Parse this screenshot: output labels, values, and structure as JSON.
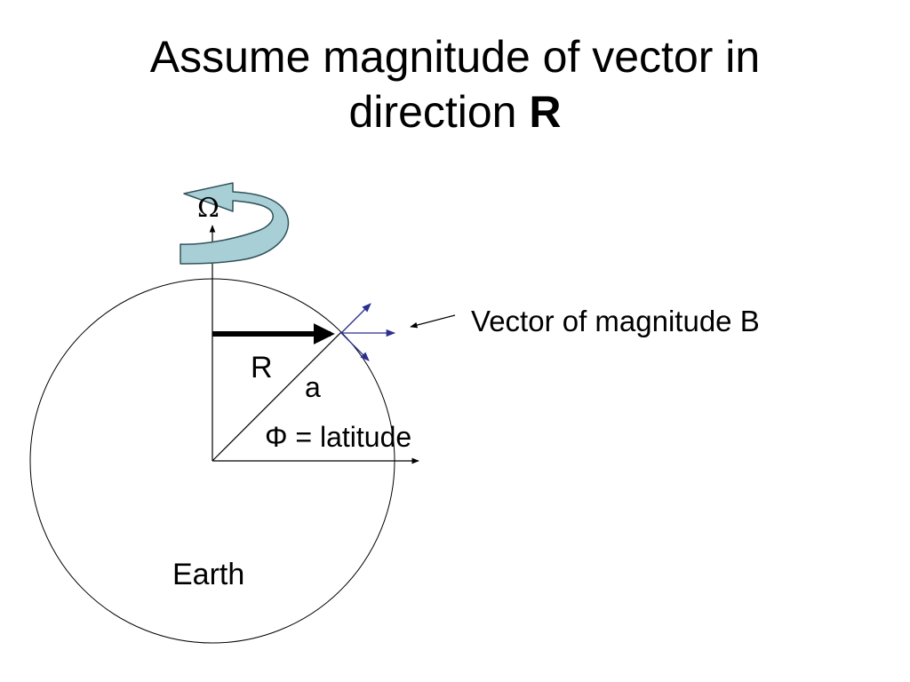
{
  "slide": {
    "title_line1": "Assume magnitude of vector in",
    "title_line2_prefix": "direction ",
    "title_line2_bold": "R"
  },
  "diagram": {
    "omega_label": "Ω",
    "vector_label": "Vector of magnitude B",
    "radius_label": "R",
    "a_label": "a",
    "latitude_symbol": "Φ",
    "latitude_text": " = latitude",
    "earth_label": "Earth",
    "colors": {
      "rotation_arrow_fill": "#a9cfd6",
      "rotation_arrow_stroke": "#31535c",
      "vector_arrows": "#2b2f8f",
      "lines": "#000000"
    },
    "icons": [
      "rotation-arrow-icon"
    ]
  }
}
